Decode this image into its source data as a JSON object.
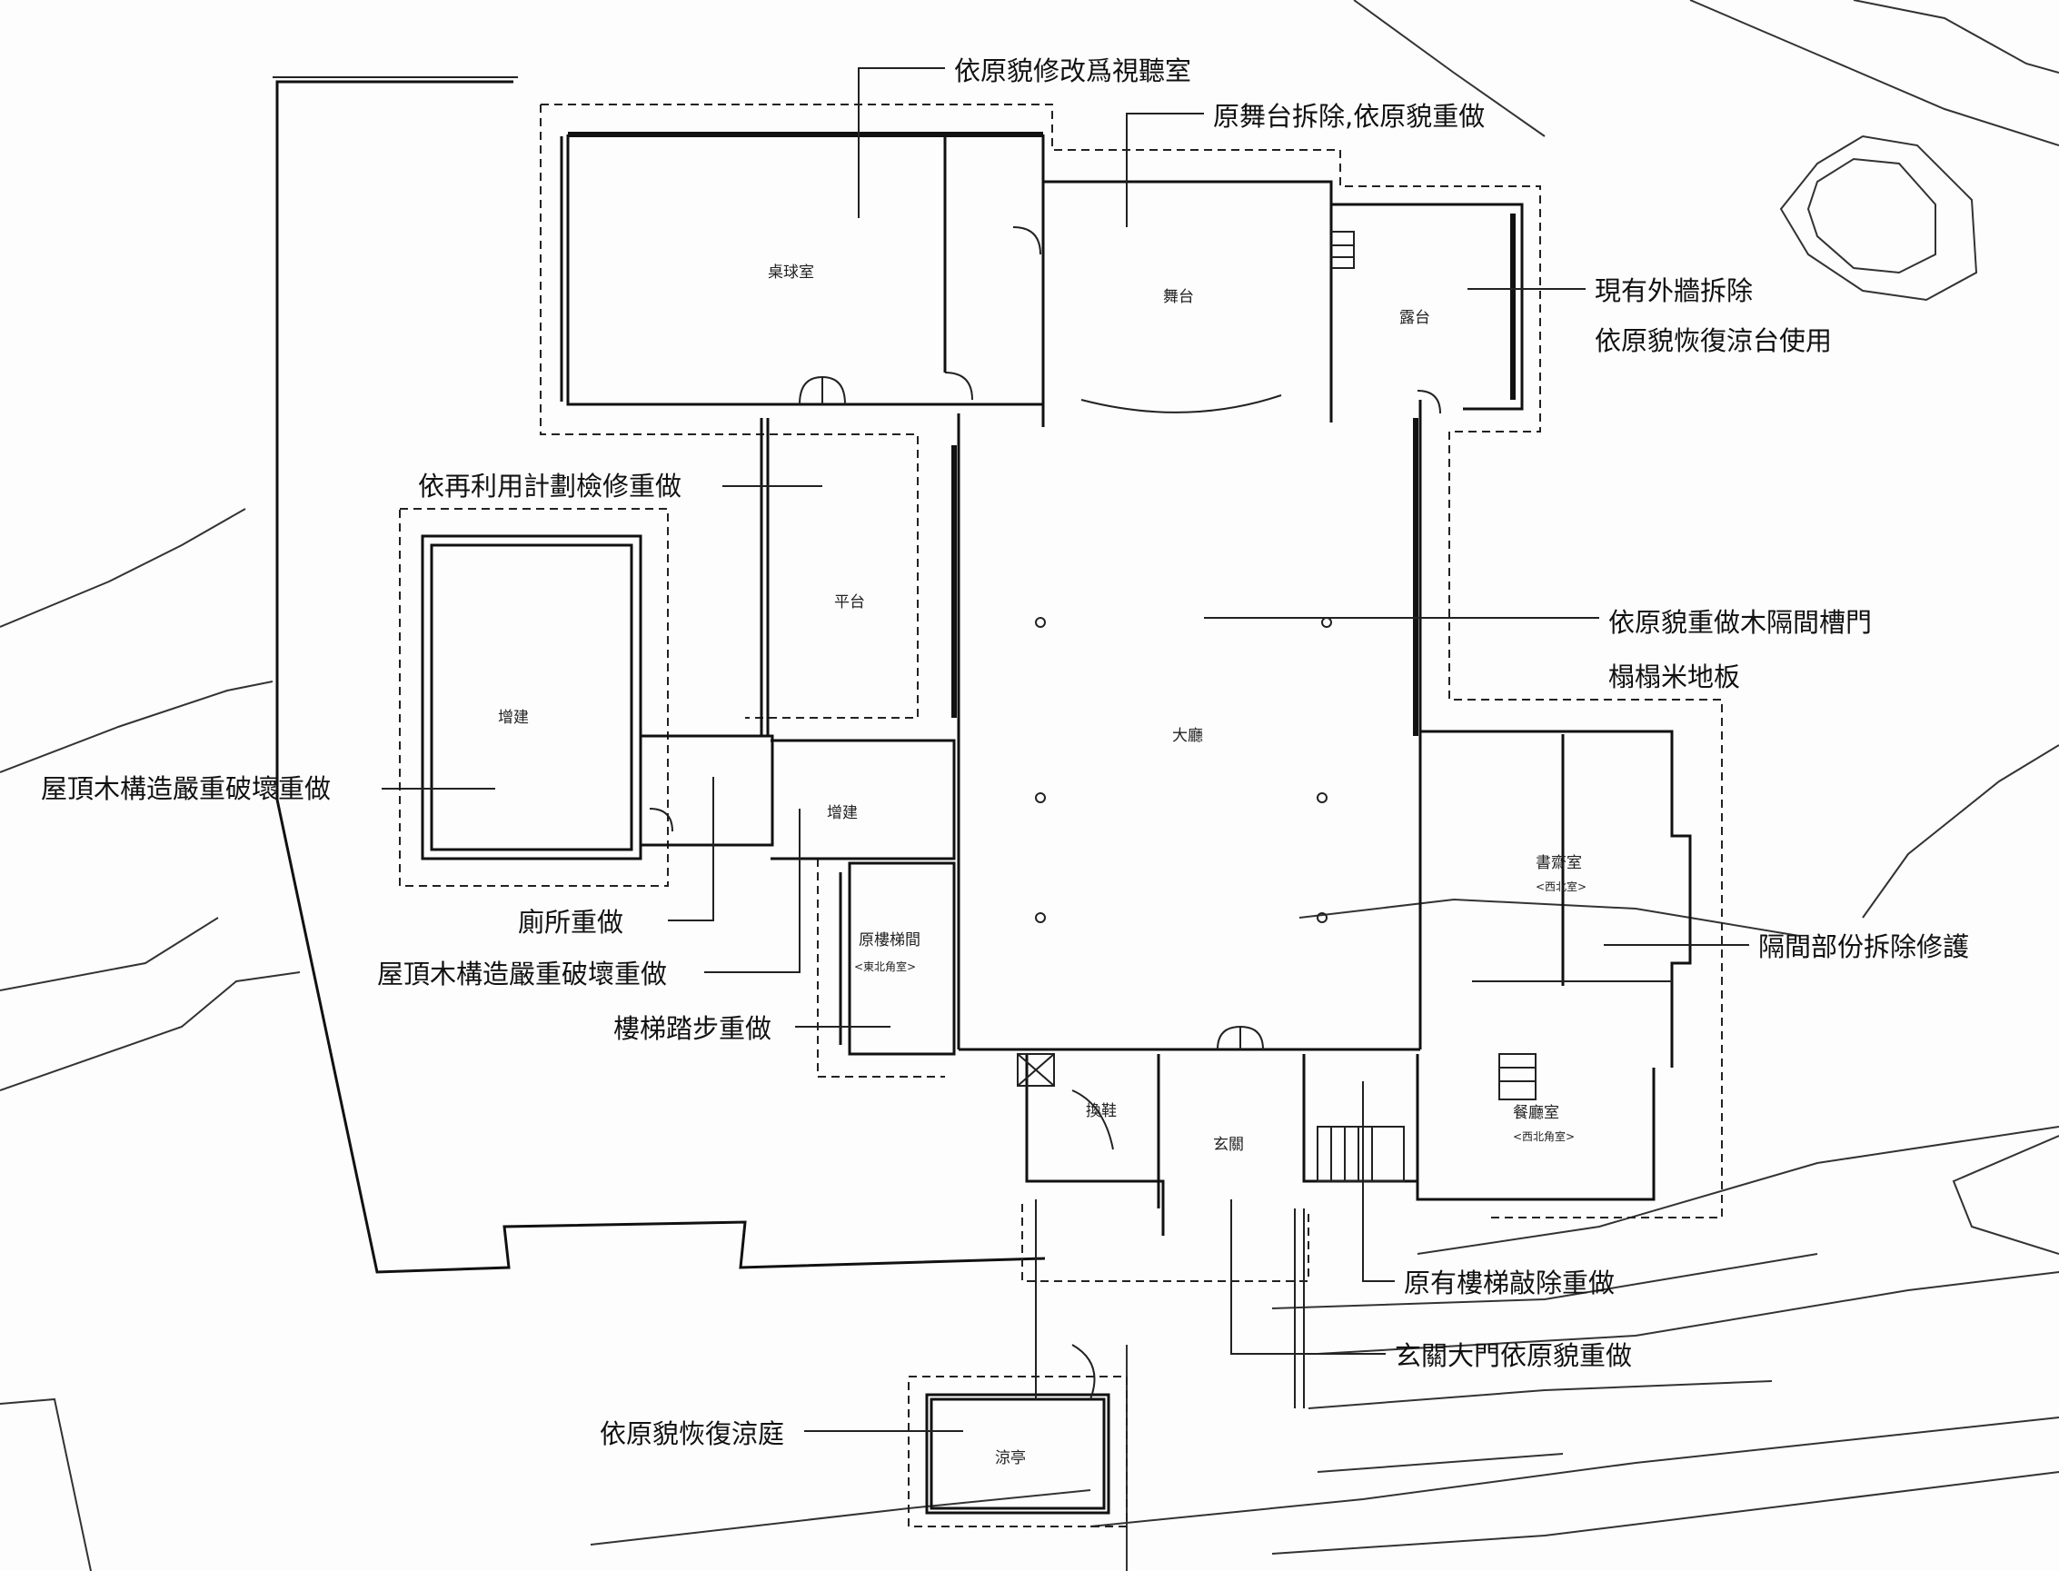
{
  "annotations": {
    "av_room": "依原貌修改爲視聽室",
    "stage_rebuild": "原舞台拆除,依原貌重做",
    "outer_wall_line1": "現有外牆拆除",
    "outer_wall_line2": "依原貌恢復涼台使用",
    "reuse_plan": "依再利用計劃檢修重做",
    "partition_line1": "依原貌重做木隔間槽門",
    "partition_line2": "榻榻米地板",
    "roof_left": "屋頂木構造嚴重破壞重做",
    "toilet": "廁所重做",
    "roof_mid": "屋頂木構造嚴重破壞重做",
    "stair_steps": "樓梯踏步重做",
    "partition_remove": "隔間部份拆除修護",
    "stair_remove": "原有樓梯敲除重做",
    "entrance_door": "玄關大門依原貌重做",
    "pavilion_restore": "依原貌恢復涼庭"
  },
  "rooms": {
    "billiard": "桌球室",
    "stage": "舞台",
    "balcony": "露台",
    "platform": "平台",
    "annex_left": "增建",
    "annex_mid": "增建",
    "hall": "大廳",
    "stair_room": "原樓梯間",
    "stair_room_sub": "<東北角室>",
    "study": "書齋室",
    "study_sub": "<西北室>",
    "shoe": "換鞋",
    "foyer": "玄關",
    "dining": "餐廳室",
    "dining_sub": "<西北角室>",
    "pavilion": "涼亭"
  }
}
